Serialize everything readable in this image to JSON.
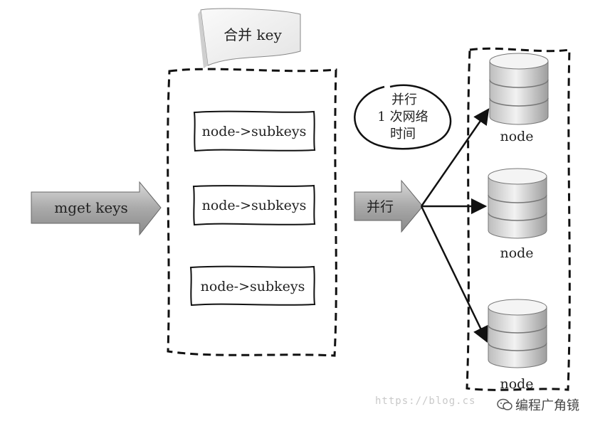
{
  "note_merge": "合并 key",
  "input_arrow": "mget keys",
  "subkey_boxes": [
    "node->subkeys",
    "node->subkeys",
    "node->subkeys"
  ],
  "parallel_arrow": "并行",
  "callout_lines": [
    "并行",
    "1 次网络",
    "时间"
  ],
  "nodes": [
    "node",
    "node",
    "node"
  ],
  "watermark": "https://blog.cs",
  "brand": "编程广角镜"
}
